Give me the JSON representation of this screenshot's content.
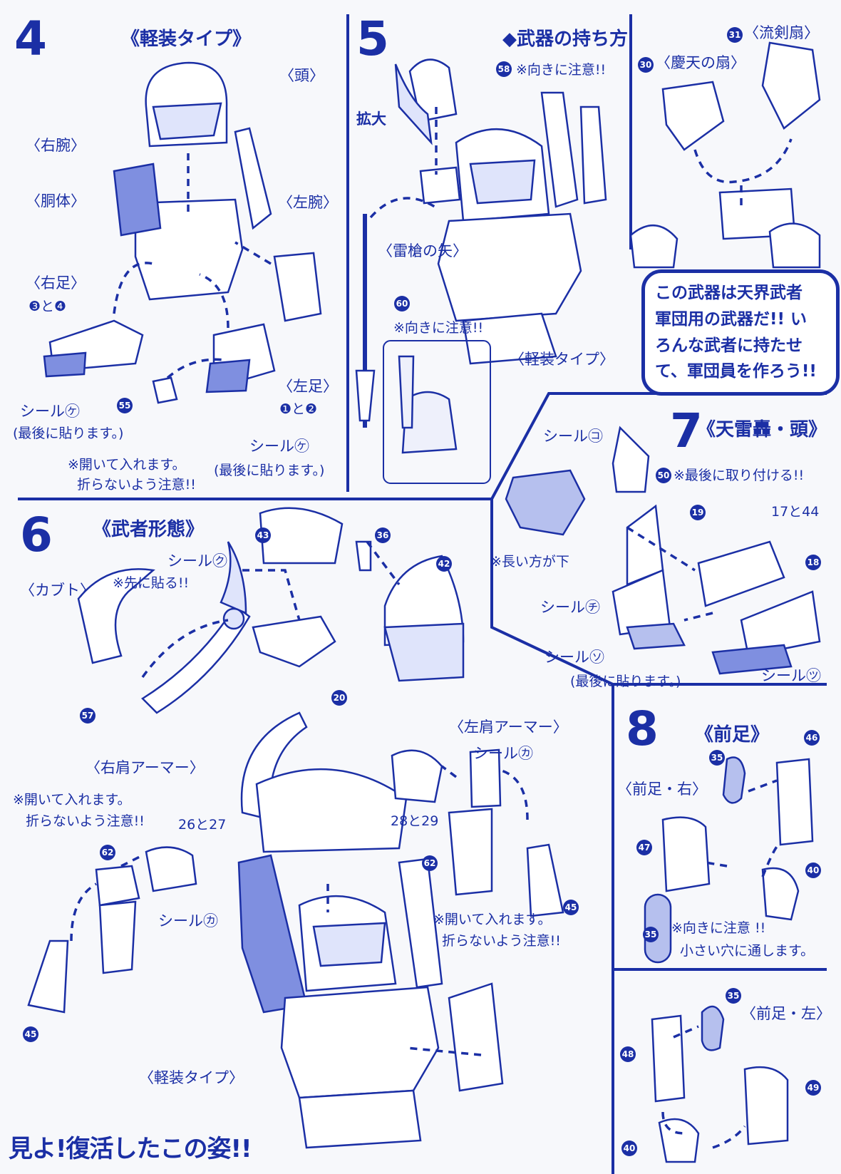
{
  "step4": {
    "num": "4",
    "title": "《軽装タイプ》",
    "head": "〈頭〉",
    "right_arm": "〈右腕〉",
    "body": "〈胴体〉",
    "left_arm": "〈左腕〉",
    "right_leg": "〈右足〉",
    "right_leg_parts": "❸と❹",
    "left_leg": "〈左足〉",
    "left_leg_parts": "❶と❷",
    "sticker_left": "シール㋘",
    "sticker_left_note": "(最後に貼ります。)",
    "sticker_right": "シール㋘",
    "sticker_right_note": "(最後に貼ります。)",
    "part55": "55",
    "open_note_1": "※開いて入れます。",
    "open_note_2": "折らないよう注意!!"
  },
  "step5": {
    "num": "5",
    "title": "◆武器の持ち方",
    "part58": "58",
    "part58_note": "※向きに注意!!",
    "enlarge": "拡大",
    "raiso": "〈雷槍の矢〉",
    "part60": "60",
    "part60_note": "※向きに注意!!",
    "type": "〈軽装タイプ〉",
    "part30": "30",
    "keiten": "〈慶天の扇〉",
    "part31": "31",
    "ryuken": "〈流剣扇〉",
    "speech": [
      "この武器は天界武者",
      "軍団用の武器だ!! い",
      "ろんな武者に持たせ",
      "て、軍団員を作ろう!!"
    ]
  },
  "step6": {
    "num": "6",
    "title": "《武者形態》",
    "kabuto": "〈カブト〉",
    "sticker_ku": "シール㋗",
    "sticker_ku_note": "※先に貼る!!",
    "part43": "43",
    "part36": "36",
    "part42": "42",
    "part57": "57",
    "part20": "20",
    "right_shoulder": "〈右肩アーマー〉",
    "left_shoulder": "〈左肩アーマー〉",
    "open_note_1": "※開いて入れます。",
    "open_note_2": "折らないよう注意!!",
    "part26_27": "26と27",
    "part62": "62",
    "sticker_ka": "シール㋕",
    "part45": "45",
    "part28_29": "28と29",
    "type": "〈軽装タイプ〉",
    "slogan": "見よ!復活したこの姿!!"
  },
  "step7": {
    "num": "7",
    "title": "《天雷轟・頭》",
    "sticker_ko": "シール㋙",
    "part50": "50",
    "part50_note": "※最後に取り付ける!!",
    "part19": "19",
    "part17_44": "17と44",
    "part18": "18",
    "long_side": "※長い方が下",
    "sticker_chi": "シール㋠",
    "sticker_so": "シール㋞",
    "sticker_so_note": "(最後に貼ります。)",
    "sticker_tsu": "シール㋡"
  },
  "step8": {
    "num": "8",
    "title": "《前足》",
    "part35": "35",
    "part46": "46",
    "front_right": "〈前足・右〉",
    "part47": "47",
    "part40": "40",
    "dir_note": "※向きに注意 !!",
    "hole_note": "小さい穴に通します。",
    "front_left": "〈前足・左〉",
    "part48": "48",
    "part49": "49"
  },
  "colors": {
    "ink": "#1b2fa5",
    "fill": "#7f8fe0",
    "paper": "#f7f8fb"
  }
}
